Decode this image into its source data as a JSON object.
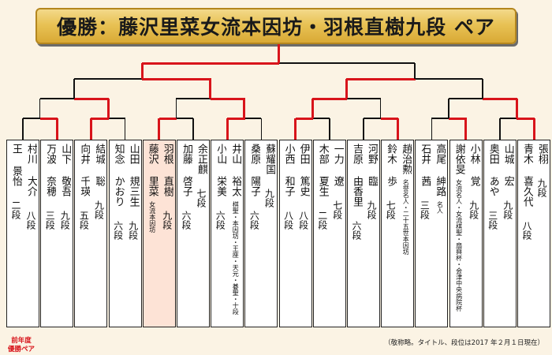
{
  "title": "優勝：藤沢里菜女流本因坊・羽根直樹九段 ペア",
  "footer_note": "（敬称略。タイトル、段位は2017 年２月１日現在）",
  "champion_note": [
    "前年度",
    "優勝ペア"
  ],
  "colors": {
    "bracket_winner": "#d8141b",
    "bracket_loser": "#111111",
    "highlight": "#fde3d6",
    "banner": "#e8c255"
  },
  "pairs": [
    {
      "right": {
        "name": "村川 大介",
        "title": "",
        "rank": "八段"
      },
      "left": {
        "name": "王 景怡",
        "title": "",
        "rank": "二段"
      },
      "highlight": false
    },
    {
      "right": {
        "name": "山下 敬吾",
        "title": "",
        "rank": "九段"
      },
      "left": {
        "name": "万波 奈穂",
        "title": "",
        "rank": "三段"
      },
      "highlight": false
    },
    {
      "right": {
        "name": "結城 聡",
        "title": "",
        "rank": "九段"
      },
      "left": {
        "name": "向井 千瑛",
        "title": "",
        "rank": "五段"
      },
      "highlight": false
    },
    {
      "right": {
        "name": "山田 規三生",
        "title": "",
        "rank": "九段"
      },
      "left": {
        "name": "知念 かおり",
        "title": "",
        "rank": "六段"
      },
      "highlight": false
    },
    {
      "right": {
        "name": "羽根 直樹",
        "title": "",
        "rank": "九段"
      },
      "left": {
        "name": "藤沢 里菜",
        "title": "女流本因坊",
        "rank": ""
      },
      "highlight": true
    },
    {
      "right": {
        "name": "余正麒",
        "title": "",
        "rank": "七段"
      },
      "left": {
        "name": "加藤 啓子",
        "title": "",
        "rank": "六段"
      },
      "highlight": false
    },
    {
      "right": {
        "name": "井山 裕太",
        "title": "棋聖・本因坊・王座・天元・碁聖・十段",
        "rank": ""
      },
      "left": {
        "name": "小山 栄美",
        "title": "",
        "rank": "六段"
      },
      "highlight": false
    },
    {
      "right": {
        "name": "蘇耀国",
        "title": "",
        "rank": "九段"
      },
      "left": {
        "name": "桑原 陽子",
        "title": "",
        "rank": "六段"
      },
      "highlight": false
    },
    {
      "right": {
        "name": "伊田 篤史",
        "title": "",
        "rank": "八段"
      },
      "left": {
        "name": "小西 和子",
        "title": "",
        "rank": "八段"
      },
      "highlight": false
    },
    {
      "right": {
        "name": "一力 遼",
        "title": "",
        "rank": "七段"
      },
      "left": {
        "name": "木部 夏生",
        "title": "",
        "rank": "二段"
      },
      "highlight": false
    },
    {
      "right": {
        "name": "河野 臨",
        "title": "",
        "rank": "九段"
      },
      "left": {
        "name": "吉原 由香里",
        "title": "",
        "rank": "六段"
      },
      "highlight": false
    },
    {
      "right": {
        "name": "趙治勲",
        "title": "名誉名人・二十五世本因坊",
        "rank": ""
      },
      "left": {
        "name": "鈴木 歩",
        "title": "",
        "rank": "七段"
      },
      "highlight": false
    },
    {
      "right": {
        "name": "高尾 紳路",
        "title": "名人",
        "rank": ""
      },
      "left": {
        "name": "石井 茜",
        "title": "",
        "rank": "三段"
      },
      "highlight": false
    },
    {
      "right": {
        "name": "小林 覚",
        "title": "",
        "rank": "九段"
      },
      "left": {
        "name": "謝依旻",
        "title": "女流名人・女流棋聖・扇興杯・会津中央病院杯",
        "rank": ""
      },
      "highlight": false
    },
    {
      "right": {
        "name": "山城 宏",
        "title": "",
        "rank": "九段"
      },
      "left": {
        "name": "奥田 あや",
        "title": "",
        "rank": "三段"
      },
      "highlight": false
    },
    {
      "right": {
        "name": "張栩",
        "title": "",
        "rank": "九段"
      },
      "left": {
        "name": "青木 喜久代",
        "title": "",
        "rank": "八段"
      },
      "highlight": false
    }
  ],
  "results": {
    "round1_winners": [
      1,
      2,
      3,
      4,
      5,
      6,
      7,
      8
    ],
    "round2_winners": [
      2,
      3,
      5,
      8
    ],
    "round3_winners": [
      3,
      5
    ],
    "final_winner": 3
  }
}
